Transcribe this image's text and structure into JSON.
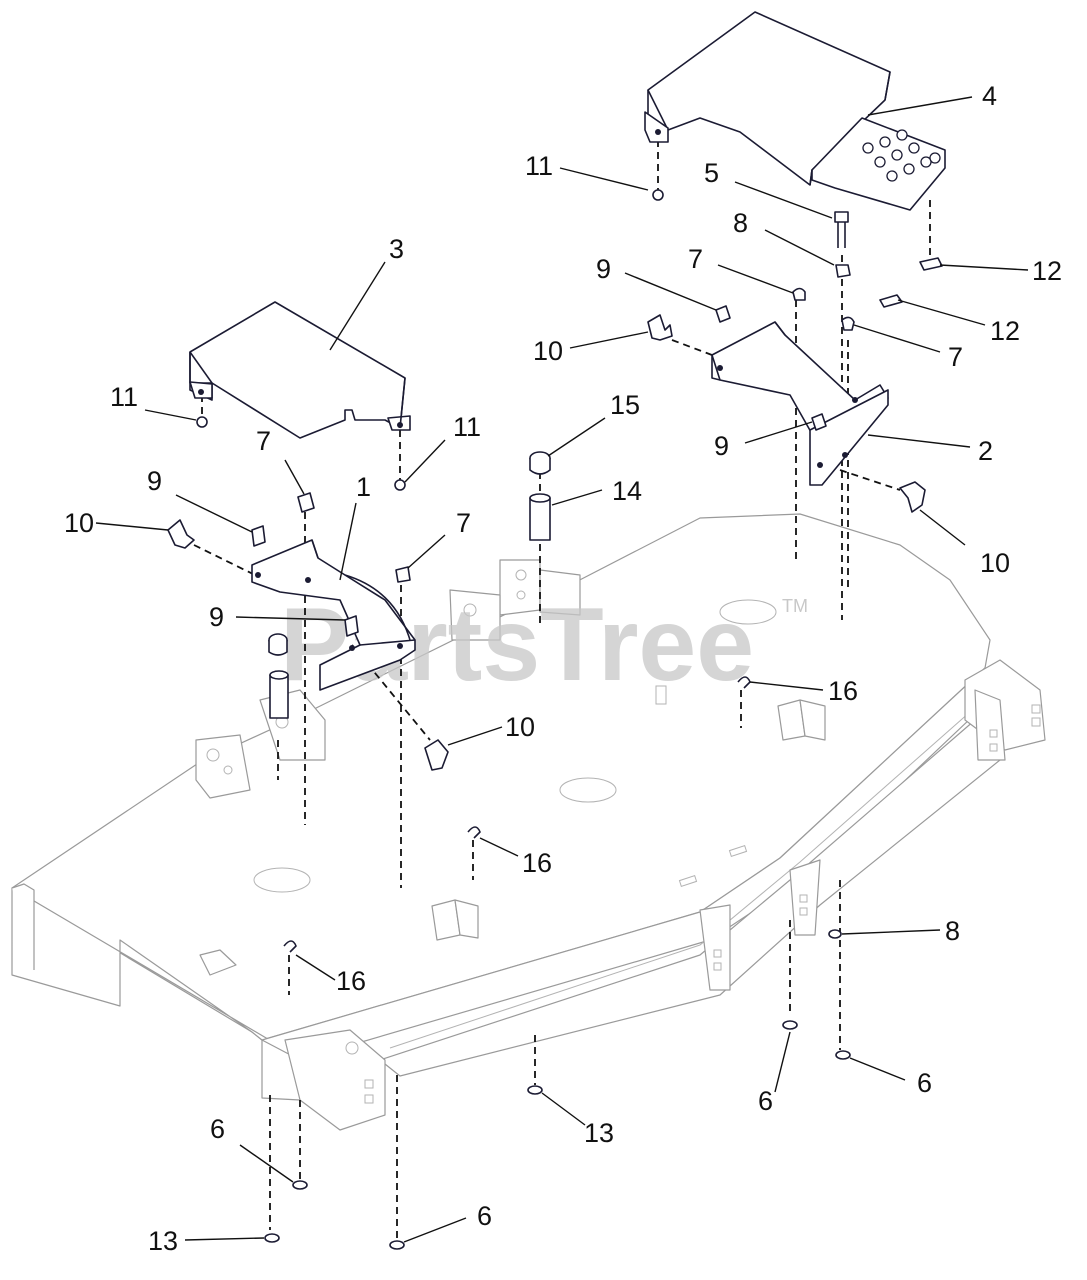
{
  "watermark": {
    "text": "PartsTree",
    "tm": "TM"
  },
  "callouts": [
    {
      "id": "c4",
      "label": "4"
    },
    {
      "id": "c11a",
      "label": "11"
    },
    {
      "id": "c5",
      "label": "5"
    },
    {
      "id": "c8a",
      "label": "8"
    },
    {
      "id": "c12a",
      "label": "12"
    },
    {
      "id": "c9a",
      "label": "9"
    },
    {
      "id": "c7a",
      "label": "7"
    },
    {
      "id": "c12b",
      "label": "12"
    },
    {
      "id": "c7b",
      "label": "7"
    },
    {
      "id": "c10a",
      "label": "10"
    },
    {
      "id": "c3",
      "label": "3"
    },
    {
      "id": "c11b",
      "label": "11"
    },
    {
      "id": "c15",
      "label": "15"
    },
    {
      "id": "c9b",
      "label": "9"
    },
    {
      "id": "c2",
      "label": "2"
    },
    {
      "id": "c11c",
      "label": "11"
    },
    {
      "id": "c7c",
      "label": "7"
    },
    {
      "id": "c9c",
      "label": "9"
    },
    {
      "id": "c1",
      "label": "1"
    },
    {
      "id": "c14",
      "label": "14"
    },
    {
      "id": "c10b",
      "label": "10"
    },
    {
      "id": "c10c",
      "label": "10"
    },
    {
      "id": "c7d",
      "label": "7"
    },
    {
      "id": "c9d",
      "label": "9"
    },
    {
      "id": "c16a",
      "label": "16"
    },
    {
      "id": "c10d",
      "label": "10"
    },
    {
      "id": "c16b",
      "label": "16"
    },
    {
      "id": "c8b",
      "label": "8"
    },
    {
      "id": "c16c",
      "label": "16"
    },
    {
      "id": "c6a",
      "label": "6"
    },
    {
      "id": "c6b",
      "label": "6"
    },
    {
      "id": "c13a",
      "label": "13"
    },
    {
      "id": "c6c",
      "label": "6"
    },
    {
      "id": "c13b",
      "label": "13"
    },
    {
      "id": "c6d",
      "label": "6"
    }
  ]
}
